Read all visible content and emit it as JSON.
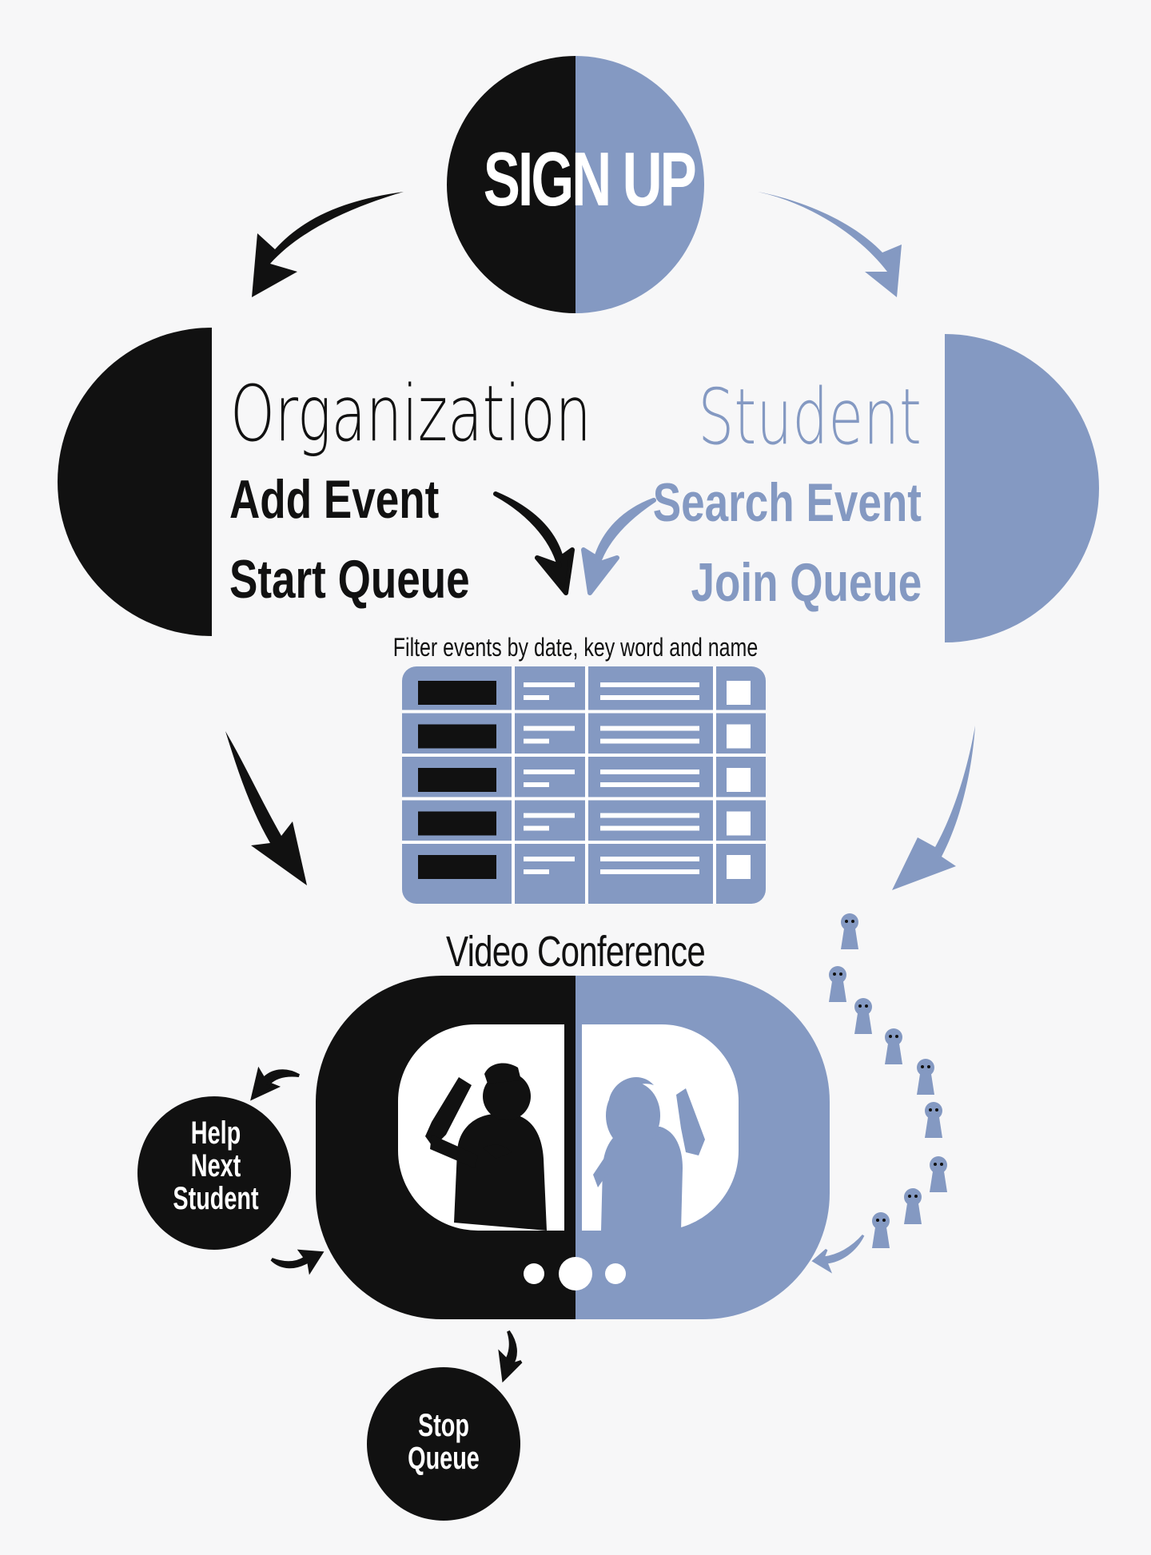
{
  "diagram": {
    "signup": "SIGN UP",
    "organization": {
      "title": "Organization",
      "actions": [
        "Add Event",
        "Start Queue"
      ]
    },
    "student": {
      "title": "Student",
      "actions": [
        "Search Event",
        "Join Queue"
      ]
    },
    "filter_caption": "Filter events by date, key word and name",
    "video_title": "Video Conference",
    "help_next": [
      "Help",
      "Next",
      "Student"
    ],
    "stop_queue": [
      "Stop",
      "Queue"
    ]
  },
  "colors": {
    "organization": "#111111",
    "student": "#8499c2",
    "background": "#f7f7f8"
  }
}
